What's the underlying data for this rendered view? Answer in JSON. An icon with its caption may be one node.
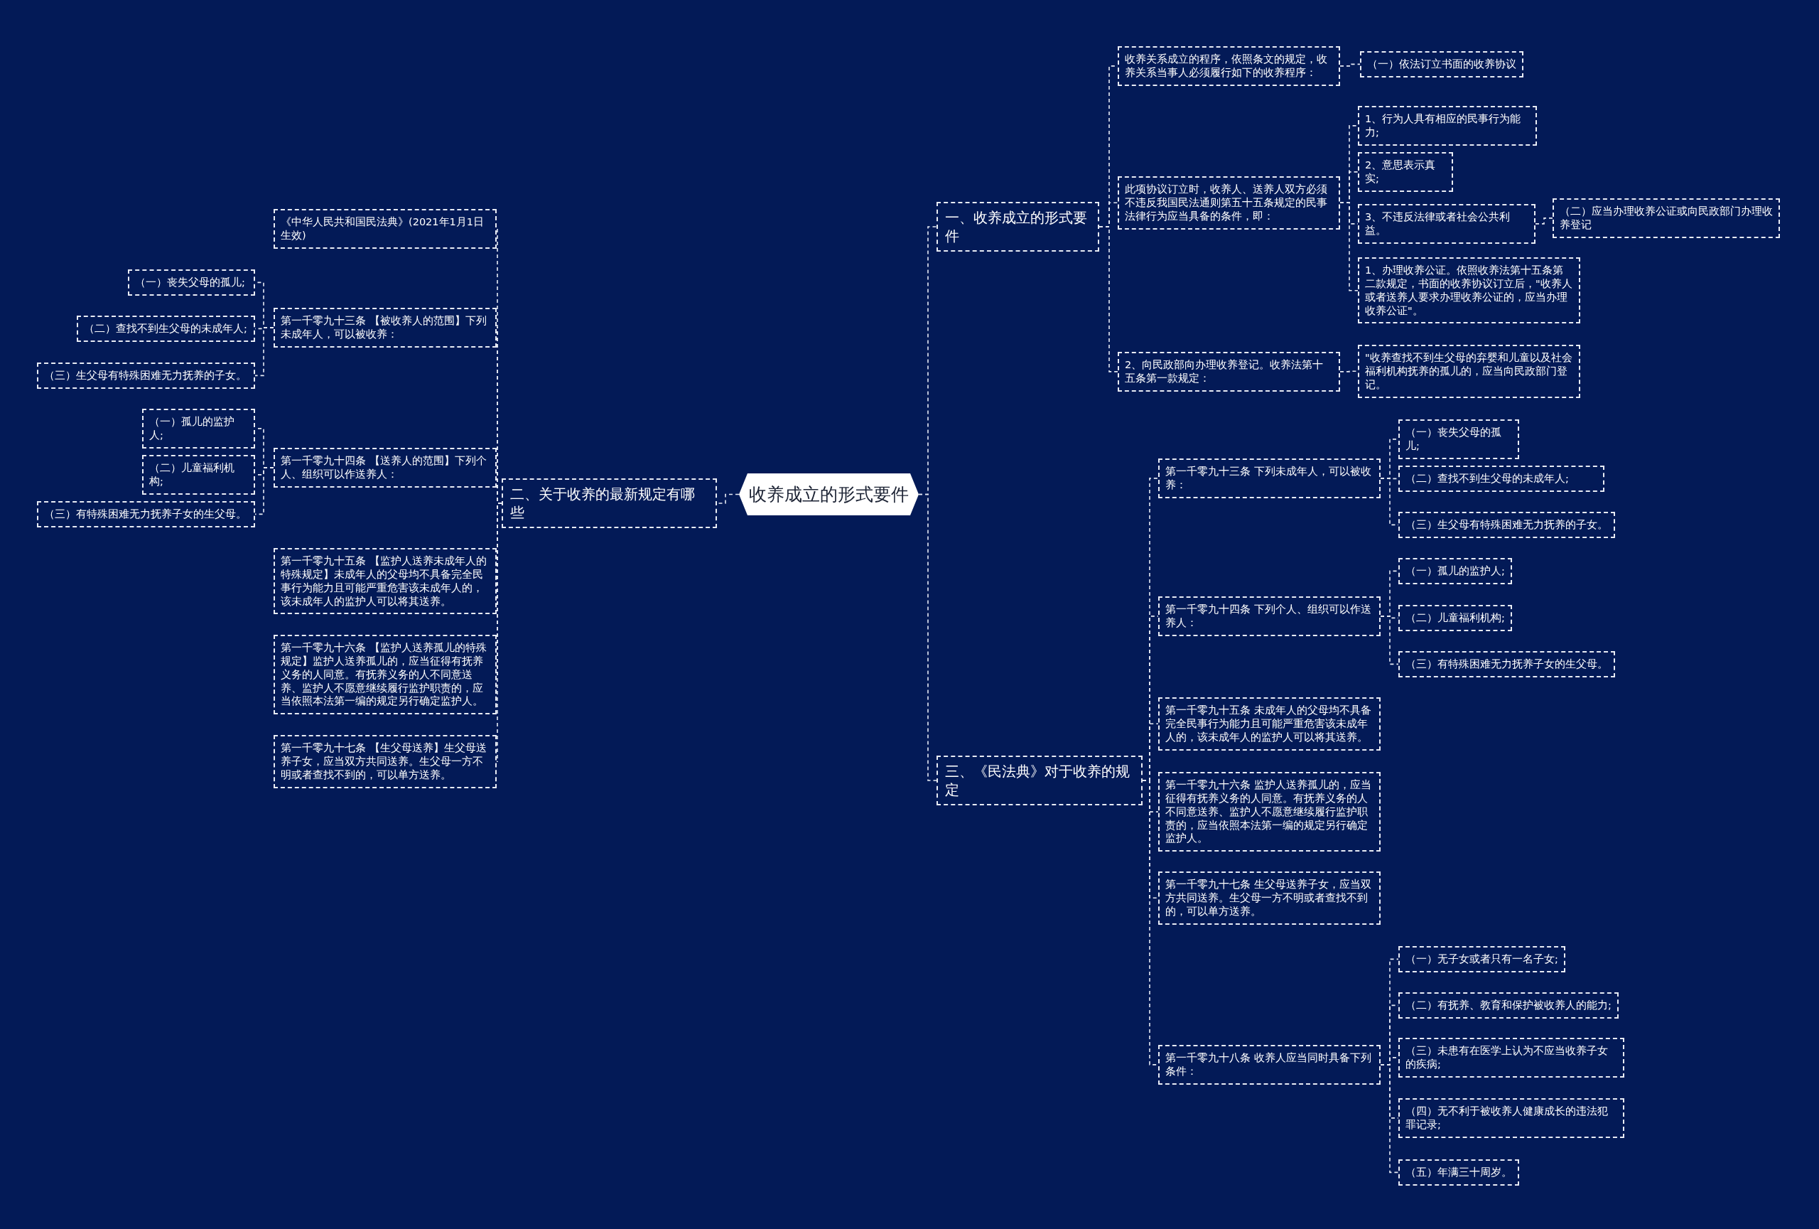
{
  "diagram": {
    "nodes": [
      {
        "text": [
          "收养成立的形式要件"
        ]
      },
      {
        "text": [
          "一、收养成立的形式要件"
        ]
      },
      {
        "text": [
          "收养关系成立的程序，依照条文的规定，收养关系当事人必须履行如下的收养程序："
        ]
      },
      {
        "text": [
          "（一）依法订立书面的收养协议"
        ]
      },
      {
        "text": [
          "此项协议订立时，收养人、送养人双方必须不违反我国民法通则第五十五条规定的民事法律行为应当具备的条件，即："
        ]
      },
      {
        "text": [
          "1、行为人具有相应的民事行为能力;"
        ]
      },
      {
        "text": [
          "2、意思表示真实;"
        ]
      },
      {
        "text": [
          "3、不违反法律或者社会公共利益。"
        ]
      },
      {
        "text": [
          "（二）应当办理收养公证或向民政部门办理收养登记"
        ]
      },
      {
        "text": [
          "1、办理收养公证。依照收养法第十五条第二款规定，书面的收养协议订立后，\"收养人或者送养人要求办理收养公证的，应当办理收养公证\"。"
        ]
      },
      {
        "text": [
          "2、向民政部向办理收养登记。收养法第十五条第一款规定："
        ]
      },
      {
        "text": [
          "\"收养查找不到生父母的弃婴和儿童以及社会福利机构抚养的孤儿的，应当向民政部门登记。"
        ]
      },
      {
        "text": [
          "二、关于收养的最新规定有哪些"
        ]
      },
      {
        "text": [
          "《中华人民共和国民法典》(2021年1月1日生效)"
        ]
      },
      {
        "text": [
          "第一千零九十三条 【被收养人的范围】下列未成年人，可以被收养："
        ]
      },
      {
        "text": [
          "（一）丧失父母的孤儿;"
        ]
      },
      {
        "text": [
          "（二）查找不到生父母的未成年人;"
        ]
      },
      {
        "text": [
          "（三）生父母有特殊困难无力抚养的子女。"
        ]
      },
      {
        "text": [
          "第一千零九十四条 【送养人的范围】下列个人、组织可以作送养人："
        ]
      },
      {
        "text": [
          "（一）孤儿的监护人;"
        ]
      },
      {
        "text": [
          "（二）儿童福利机构;"
        ]
      },
      {
        "text": [
          "（三）有特殊困难无力抚养子女的生父母。"
        ]
      },
      {
        "text": [
          "第一千零九十五条 【监护人送养未成年人的特殊规定】未成年人的父母均不具备完全民事行为能力且可能严重危害该未成年人的，该未成年人的监护人可以将其送养。"
        ]
      },
      {
        "text": [
          "第一千零九十六条 【监护人送养孤儿的特殊规定】监护人送养孤儿的，应当征得有抚养义务的人同意。有抚养义务的人不同意送养、监护人不愿意继续履行监护职责的，应当依照本法第一编的规定另行确定监护人。"
        ]
      },
      {
        "text": [
          "第一千零九十七条 【生父母送养】生父母送养子女，应当双方共同送养。生父母一方不明或者查找不到的，可以单方送养。"
        ]
      },
      {
        "text": [
          "三、《民法典》对于收养的规定"
        ]
      },
      {
        "text": [
          "第一千零九十三条 下列未成年人，可以被收养："
        ]
      },
      {
        "text": [
          "（一）丧失父母的孤儿;"
        ]
      },
      {
        "text": [
          "（二）查找不到生父母的未成年人;"
        ]
      },
      {
        "text": [
          "（三）生父母有特殊困难无力抚养的子女。"
        ]
      },
      {
        "text": [
          "第一千零九十四条 下列个人、组织可以作送养人："
        ]
      },
      {
        "text": [
          "（一）孤儿的监护人;"
        ]
      },
      {
        "text": [
          "（二）儿童福利机构;"
        ]
      },
      {
        "text": [
          "（三）有特殊困难无力抚养子女的生父母。"
        ]
      },
      {
        "text": [
          "第一千零九十五条 未成年人的父母均不具备完全民事行为能力且可能严重危害该未成年人的，该未成年人的监护人可以将其送养。"
        ]
      },
      {
        "text": [
          "第一千零九十六条 监护人送养孤儿的，应当征得有抚养义务的人同意。有抚养义务的人不同意送养、监护人不愿意继续履行监护职责的，应当依照本法第一编的规定另行确定监护人。"
        ]
      },
      {
        "text": [
          "第一千零九十七条 生父母送养子女，应当双方共同送养。生父母一方不明或者查找不到的，可以单方送养。"
        ]
      },
      {
        "text": [
          "第一千零九十八条 收养人应当同时具备下列条件："
        ]
      },
      {
        "text": [
          "（一）无子女或者只有一名子女;"
        ]
      },
      {
        "text": [
          "（二）有抚养、教育和保护被收养人的能力;"
        ]
      },
      {
        "text": [
          "（三）未患有在医学上认为不应当收养子女的疾病;"
        ]
      },
      {
        "text": [
          "（四）无不利于被收养人健康成长的违法犯罪记录;"
        ]
      },
      {
        "text": [
          "（五）年满三十周岁。"
        ]
      }
    ],
    "edges": [
      {
        "from": 0,
        "to": 1,
        "arrow": "none"
      },
      {
        "from": 1,
        "to": 2,
        "arrow": "none"
      },
      {
        "from": 2,
        "to": 3,
        "arrow": "none"
      },
      {
        "from": 1,
        "to": 4,
        "arrow": "none"
      },
      {
        "from": 4,
        "to": 5,
        "arrow": "none"
      },
      {
        "from": 4,
        "to": 6,
        "arrow": "none"
      },
      {
        "from": 4,
        "to": 7,
        "arrow": "none"
      },
      {
        "from": 7,
        "to": 8,
        "arrow": "none"
      },
      {
        "from": 4,
        "to": 9,
        "arrow": "none"
      },
      {
        "from": 1,
        "to": 10,
        "arrow": "none"
      },
      {
        "from": 10,
        "to": 11,
        "arrow": "none"
      },
      {
        "from": 0,
        "to": 12,
        "arrow": "none"
      },
      {
        "from": 12,
        "to": 13,
        "arrow": "none"
      },
      {
        "from": 12,
        "to": 14,
        "arrow": "none"
      },
      {
        "from": 14,
        "to": 15,
        "arrow": "none"
      },
      {
        "from": 14,
        "to": 16,
        "arrow": "none"
      },
      {
        "from": 14,
        "to": 17,
        "arrow": "none"
      },
      {
        "from": 12,
        "to": 18,
        "arrow": "none"
      },
      {
        "from": 18,
        "to": 19,
        "arrow": "none"
      },
      {
        "from": 18,
        "to": 20,
        "arrow": "none"
      },
      {
        "from": 18,
        "to": 21,
        "arrow": "none"
      },
      {
        "from": 12,
        "to": 22,
        "arrow": "none"
      },
      {
        "from": 12,
        "to": 23,
        "arrow": "none"
      },
      {
        "from": 12,
        "to": 24,
        "arrow": "none"
      },
      {
        "from": 0,
        "to": 25,
        "arrow": "none"
      },
      {
        "from": 25,
        "to": 26,
        "arrow": "none"
      },
      {
        "from": 26,
        "to": 27,
        "arrow": "none"
      },
      {
        "from": 26,
        "to": 28,
        "arrow": "none"
      },
      {
        "from": 26,
        "to": 29,
        "arrow": "none"
      },
      {
        "from": 25,
        "to": 30,
        "arrow": "none"
      },
      {
        "from": 30,
        "to": 31,
        "arrow": "none"
      },
      {
        "from": 30,
        "to": 32,
        "arrow": "none"
      },
      {
        "from": 30,
        "to": 33,
        "arrow": "none"
      },
      {
        "from": 25,
        "to": 34,
        "arrow": "none"
      },
      {
        "from": 25,
        "to": 35,
        "arrow": "none"
      },
      {
        "from": 25,
        "to": 36,
        "arrow": "none"
      },
      {
        "from": 25,
        "to": 37,
        "arrow": "none"
      },
      {
        "from": 37,
        "to": 38,
        "arrow": "none"
      },
      {
        "from": 37,
        "to": 39,
        "arrow": "none"
      },
      {
        "from": 37,
        "to": 40,
        "arrow": "none"
      },
      {
        "from": 37,
        "to": 41,
        "arrow": "none"
      },
      {
        "from": 37,
        "to": 42,
        "arrow": "none"
      }
    ]
  }
}
